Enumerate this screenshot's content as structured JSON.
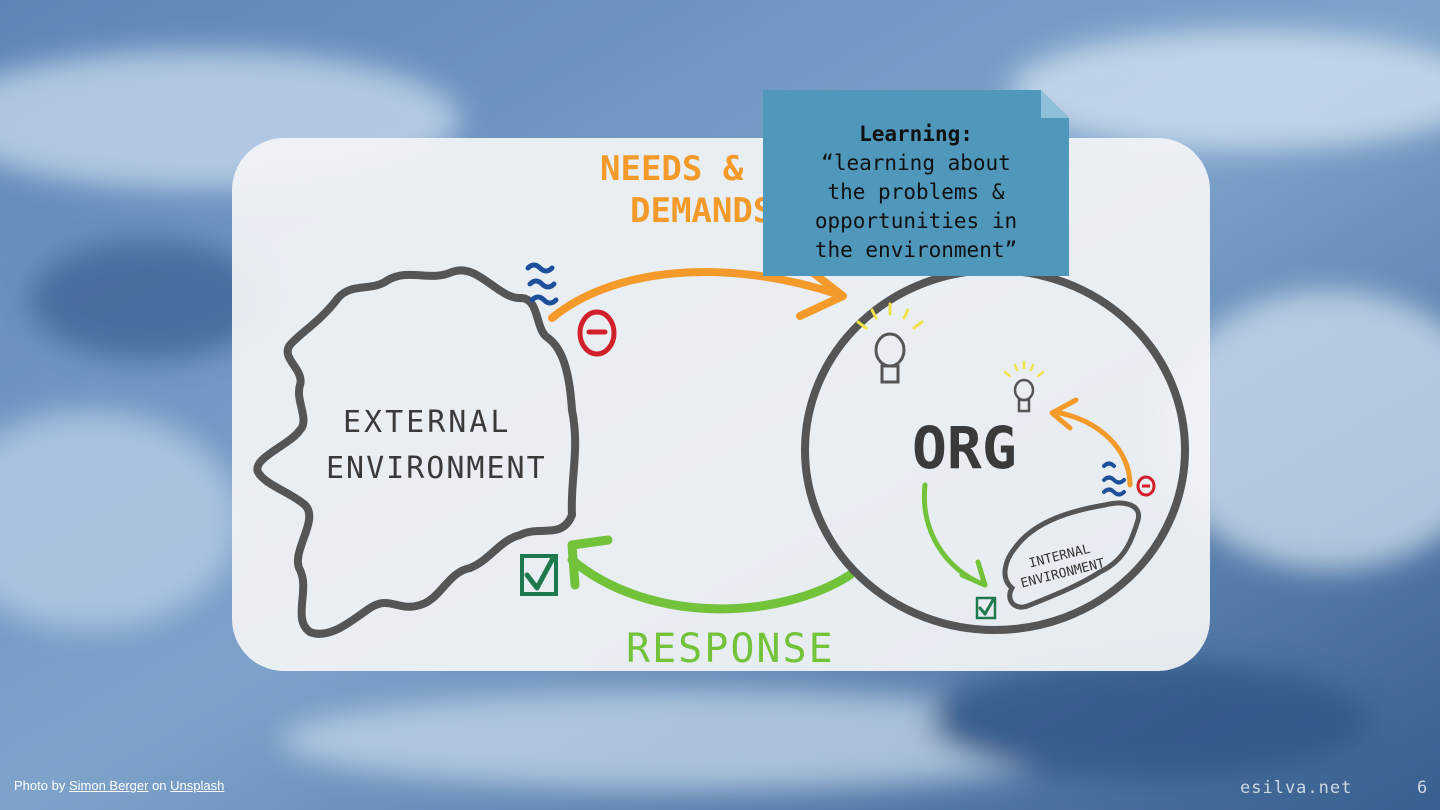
{
  "slide": {
    "callout": {
      "title": "Learning:",
      "body": "“learning about\nthe problems &\nopportunities in\nthe environment”"
    },
    "diagram": {
      "needs_label_line1": "NEEDS &",
      "needs_label_line2": "DEMANDS",
      "response_label": "RESPONSE",
      "external_line1": "EXTERNAL",
      "external_line2": "ENVIRONMENT",
      "org_label": "ORG",
      "internal_line1": "INTERNAL",
      "internal_line2": "ENVIRONMENT"
    },
    "credit": {
      "prefix": "Photo by",
      "author": "Simon Berger",
      "middle": "on",
      "source": "Unsplash"
    },
    "footer": {
      "site": "esilva.net",
      "page": "6"
    }
  },
  "colors": {
    "orange": "#f39a2b",
    "green": "#72c23a",
    "dark_gray": "#555555",
    "red": "#d1202a",
    "navy": "#1d4f9a",
    "teal_callout": "#4f97bb"
  }
}
